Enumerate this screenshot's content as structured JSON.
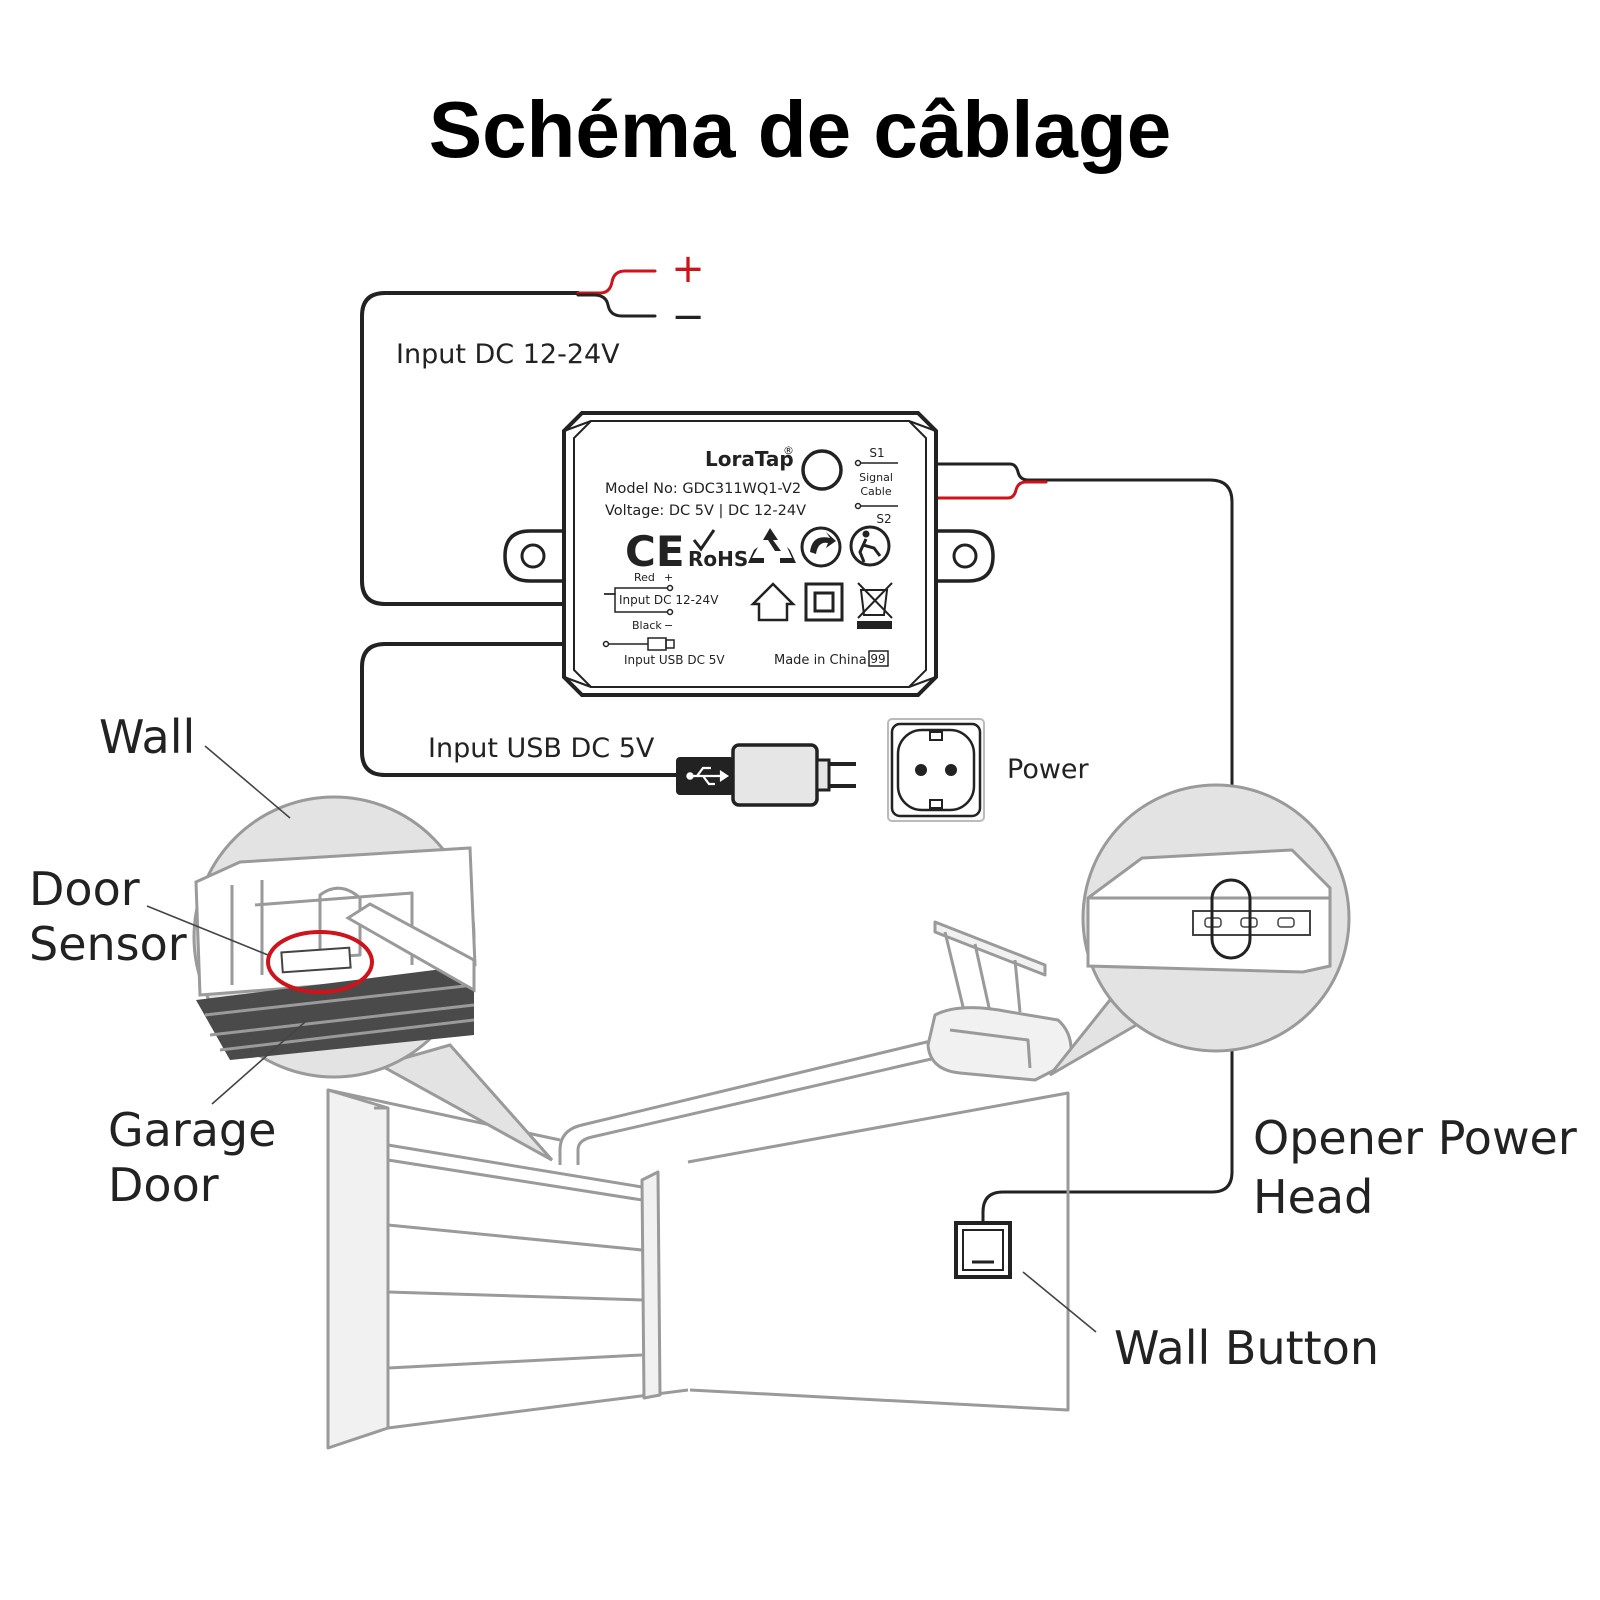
{
  "title": "Schéma de câblage",
  "labels": {
    "input_dc": "Input DC 12-24V",
    "input_usb": "Input USB DC 5V",
    "power": "Power",
    "wall": "Wall",
    "door_sensor_line1": "Door",
    "door_sensor_line2": "Sensor",
    "garage_door_line1": "Garage",
    "garage_door_line2": "Door",
    "opener_line1": "Opener Power",
    "opener_line2": "Head",
    "wall_button": "Wall Button",
    "plus": "+",
    "minus": "−"
  },
  "device": {
    "brand": "LoraTap",
    "brand_mark": "®",
    "model": "Model No: GDC311WQ1-V2",
    "voltage": "Voltage: DC 5V | DC 12-24V",
    "s1": "S1",
    "signal_line1": "Signal",
    "signal_line2": "Cable",
    "s2": "S2",
    "ce": "CE",
    "rohs": "RoHS",
    "red": "Red",
    "red_sign": "+",
    "dc_label": "Input DC 12-24V",
    "black": "Black",
    "black_sign": "−",
    "usb_label": "Input USB DC 5V",
    "made_in": "Made in China",
    "code": "99"
  },
  "colors": {
    "wire": "#222222",
    "positive": "#d0121b",
    "sketch": "#9a9a9a",
    "zoom_fill": "#e3e3e3",
    "highlight": "#d0121b"
  },
  "icons": [
    "usb-icon",
    "recycle-icon",
    "green-dot-icon",
    "tidy-man-icon",
    "house-icon",
    "double-insulation-icon",
    "weee-bin-icon"
  ]
}
